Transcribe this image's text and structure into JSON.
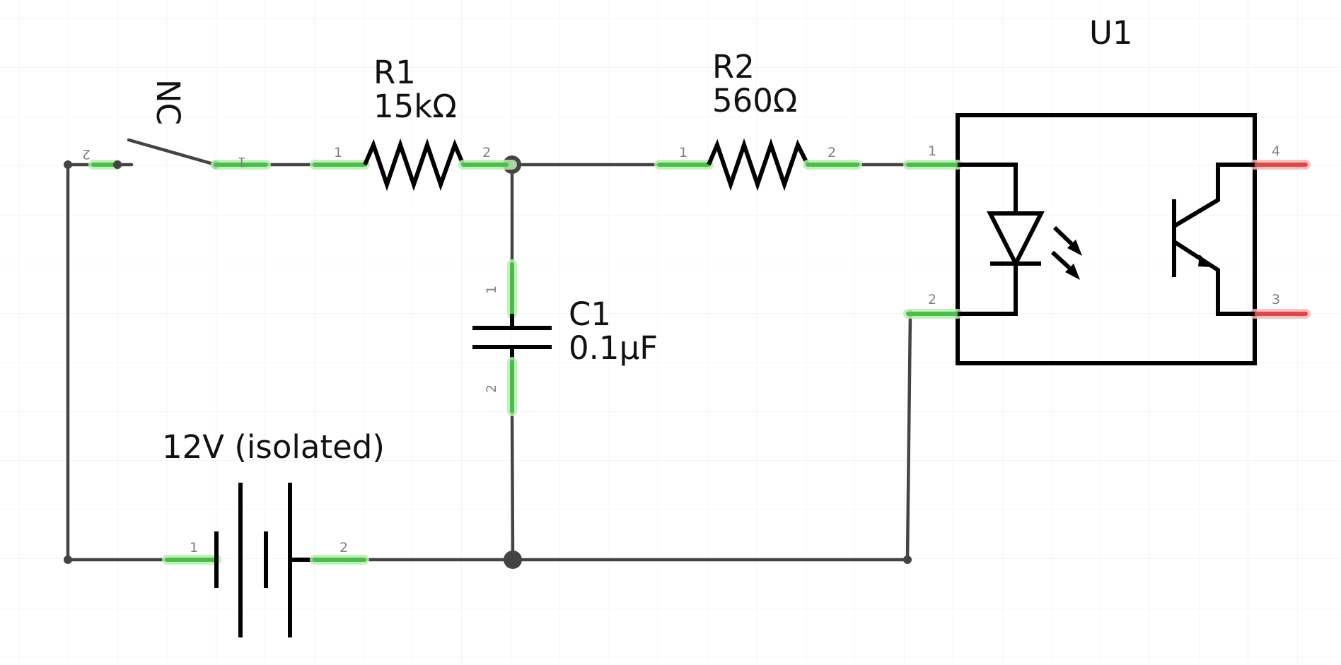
{
  "switch": {
    "label": "NC",
    "pin_a": "2",
    "pin_b": "1"
  },
  "r1": {
    "ref": "R1",
    "value": "15kΩ",
    "pin_a": "1",
    "pin_b": "2"
  },
  "r2": {
    "ref": "R2",
    "value": "560Ω",
    "pin_a": "1",
    "pin_b": "2"
  },
  "c1": {
    "ref": "C1",
    "value": "0.1µF",
    "pin_a": "1",
    "pin_b": "2"
  },
  "battery": {
    "label": "12V (isolated)",
    "pin_a": "1",
    "pin_b": "2"
  },
  "u1": {
    "ref": "U1",
    "pin1": "1",
    "pin2": "2",
    "pin3": "3",
    "pin4": "4"
  },
  "colors": {
    "connected_pin": "#48c048",
    "unconnected_pin": "#e04848",
    "wire": "#444444",
    "grid": "#ececec"
  }
}
